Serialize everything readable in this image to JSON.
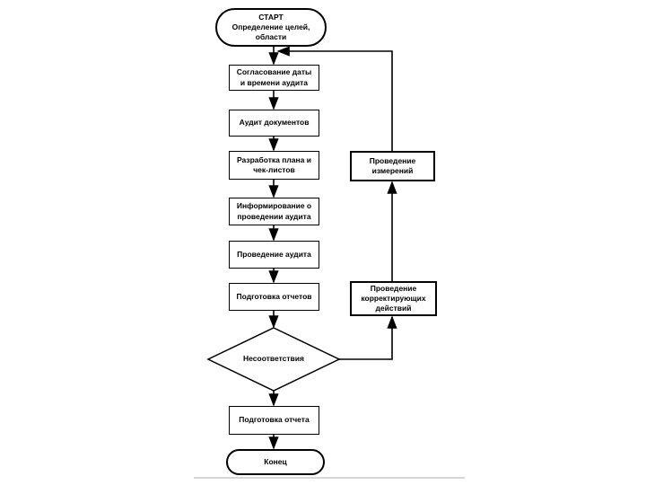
{
  "diagram": {
    "type": "flowchart",
    "language": "ru",
    "nodes": {
      "start": "СТАРТ\nОпределение целей,\nобласти",
      "step1": "Согласование даты\nи времени аудита",
      "step2": "Аудит документов",
      "step3": "Разработка плана и\nчек-листов",
      "step4": "Информирование о\nпроведении аудита",
      "step5": "Проведение аудита",
      "step6": "Подготовка отчетов",
      "decision": "Несоответствия",
      "measure": "Проведение\nизмерений",
      "corrective": "Проведение\nкорректирующих\nдействий",
      "step7": "Подготовка отчета",
      "end": "Конец"
    },
    "edges": [
      {
        "from": "start",
        "to": "step1"
      },
      {
        "from": "step1",
        "to": "step2"
      },
      {
        "from": "step2",
        "to": "step3"
      },
      {
        "from": "step3",
        "to": "step4"
      },
      {
        "from": "step4",
        "to": "step5"
      },
      {
        "from": "step5",
        "to": "step6"
      },
      {
        "from": "step6",
        "to": "decision"
      },
      {
        "from": "decision",
        "to": "corrective",
        "via": "right"
      },
      {
        "from": "corrective",
        "to": "measure"
      },
      {
        "from": "measure",
        "to": "step1",
        "via": "top-feedback"
      },
      {
        "from": "decision",
        "to": "step7"
      },
      {
        "from": "step7",
        "to": "end"
      }
    ],
    "colors": {
      "line": "#000000",
      "shape_border": "#000000",
      "shape_fill": "#ffffff",
      "text": "#000000",
      "background": "#ffffff",
      "bottom_rule": "#c8c8c8"
    }
  }
}
